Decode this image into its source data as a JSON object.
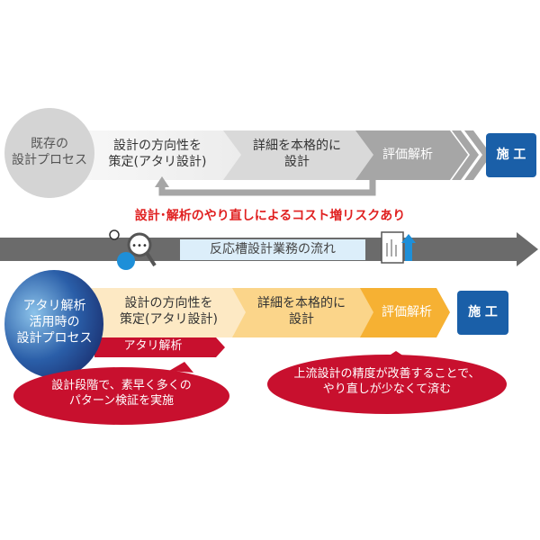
{
  "existing": {
    "label_line1": "既存の",
    "label_line2": "設計プロセス",
    "step1_line1": "設計の方向性を",
    "step1_line2": "策定(アタリ設計)",
    "step2_line1": "詳細を本格的に",
    "step2_line2": "設計",
    "step3": "評価解析",
    "construction": "施 工"
  },
  "risk_text": "設計･解析のやり直しによるコスト増リスクあり",
  "flow_label": "反応槽設計業務の流れ",
  "new": {
    "label_line1": "アタリ解析",
    "label_line2": "活用時の",
    "label_line3": "設計プロセス",
    "step1_line1": "設計の方向性を",
    "step1_line2": "策定(アタリ設計)",
    "step2_line1": "詳細を本格的に",
    "step2_line2": "設計",
    "step3": "評価解析",
    "construction": "施 工",
    "atari_band": "アタリ解析",
    "bubble_left_line1": "設計段階で、素早く多くの",
    "bubble_left_line2": "パターン検証を実施",
    "bubble_right_line1": "上流設計の精度が改善することで、",
    "bubble_right_line2": "やり直しが少なくて済む"
  },
  "colors": {
    "blue": "#1a5fa8",
    "red": "#c8102e",
    "risk_red": "#e02020"
  }
}
